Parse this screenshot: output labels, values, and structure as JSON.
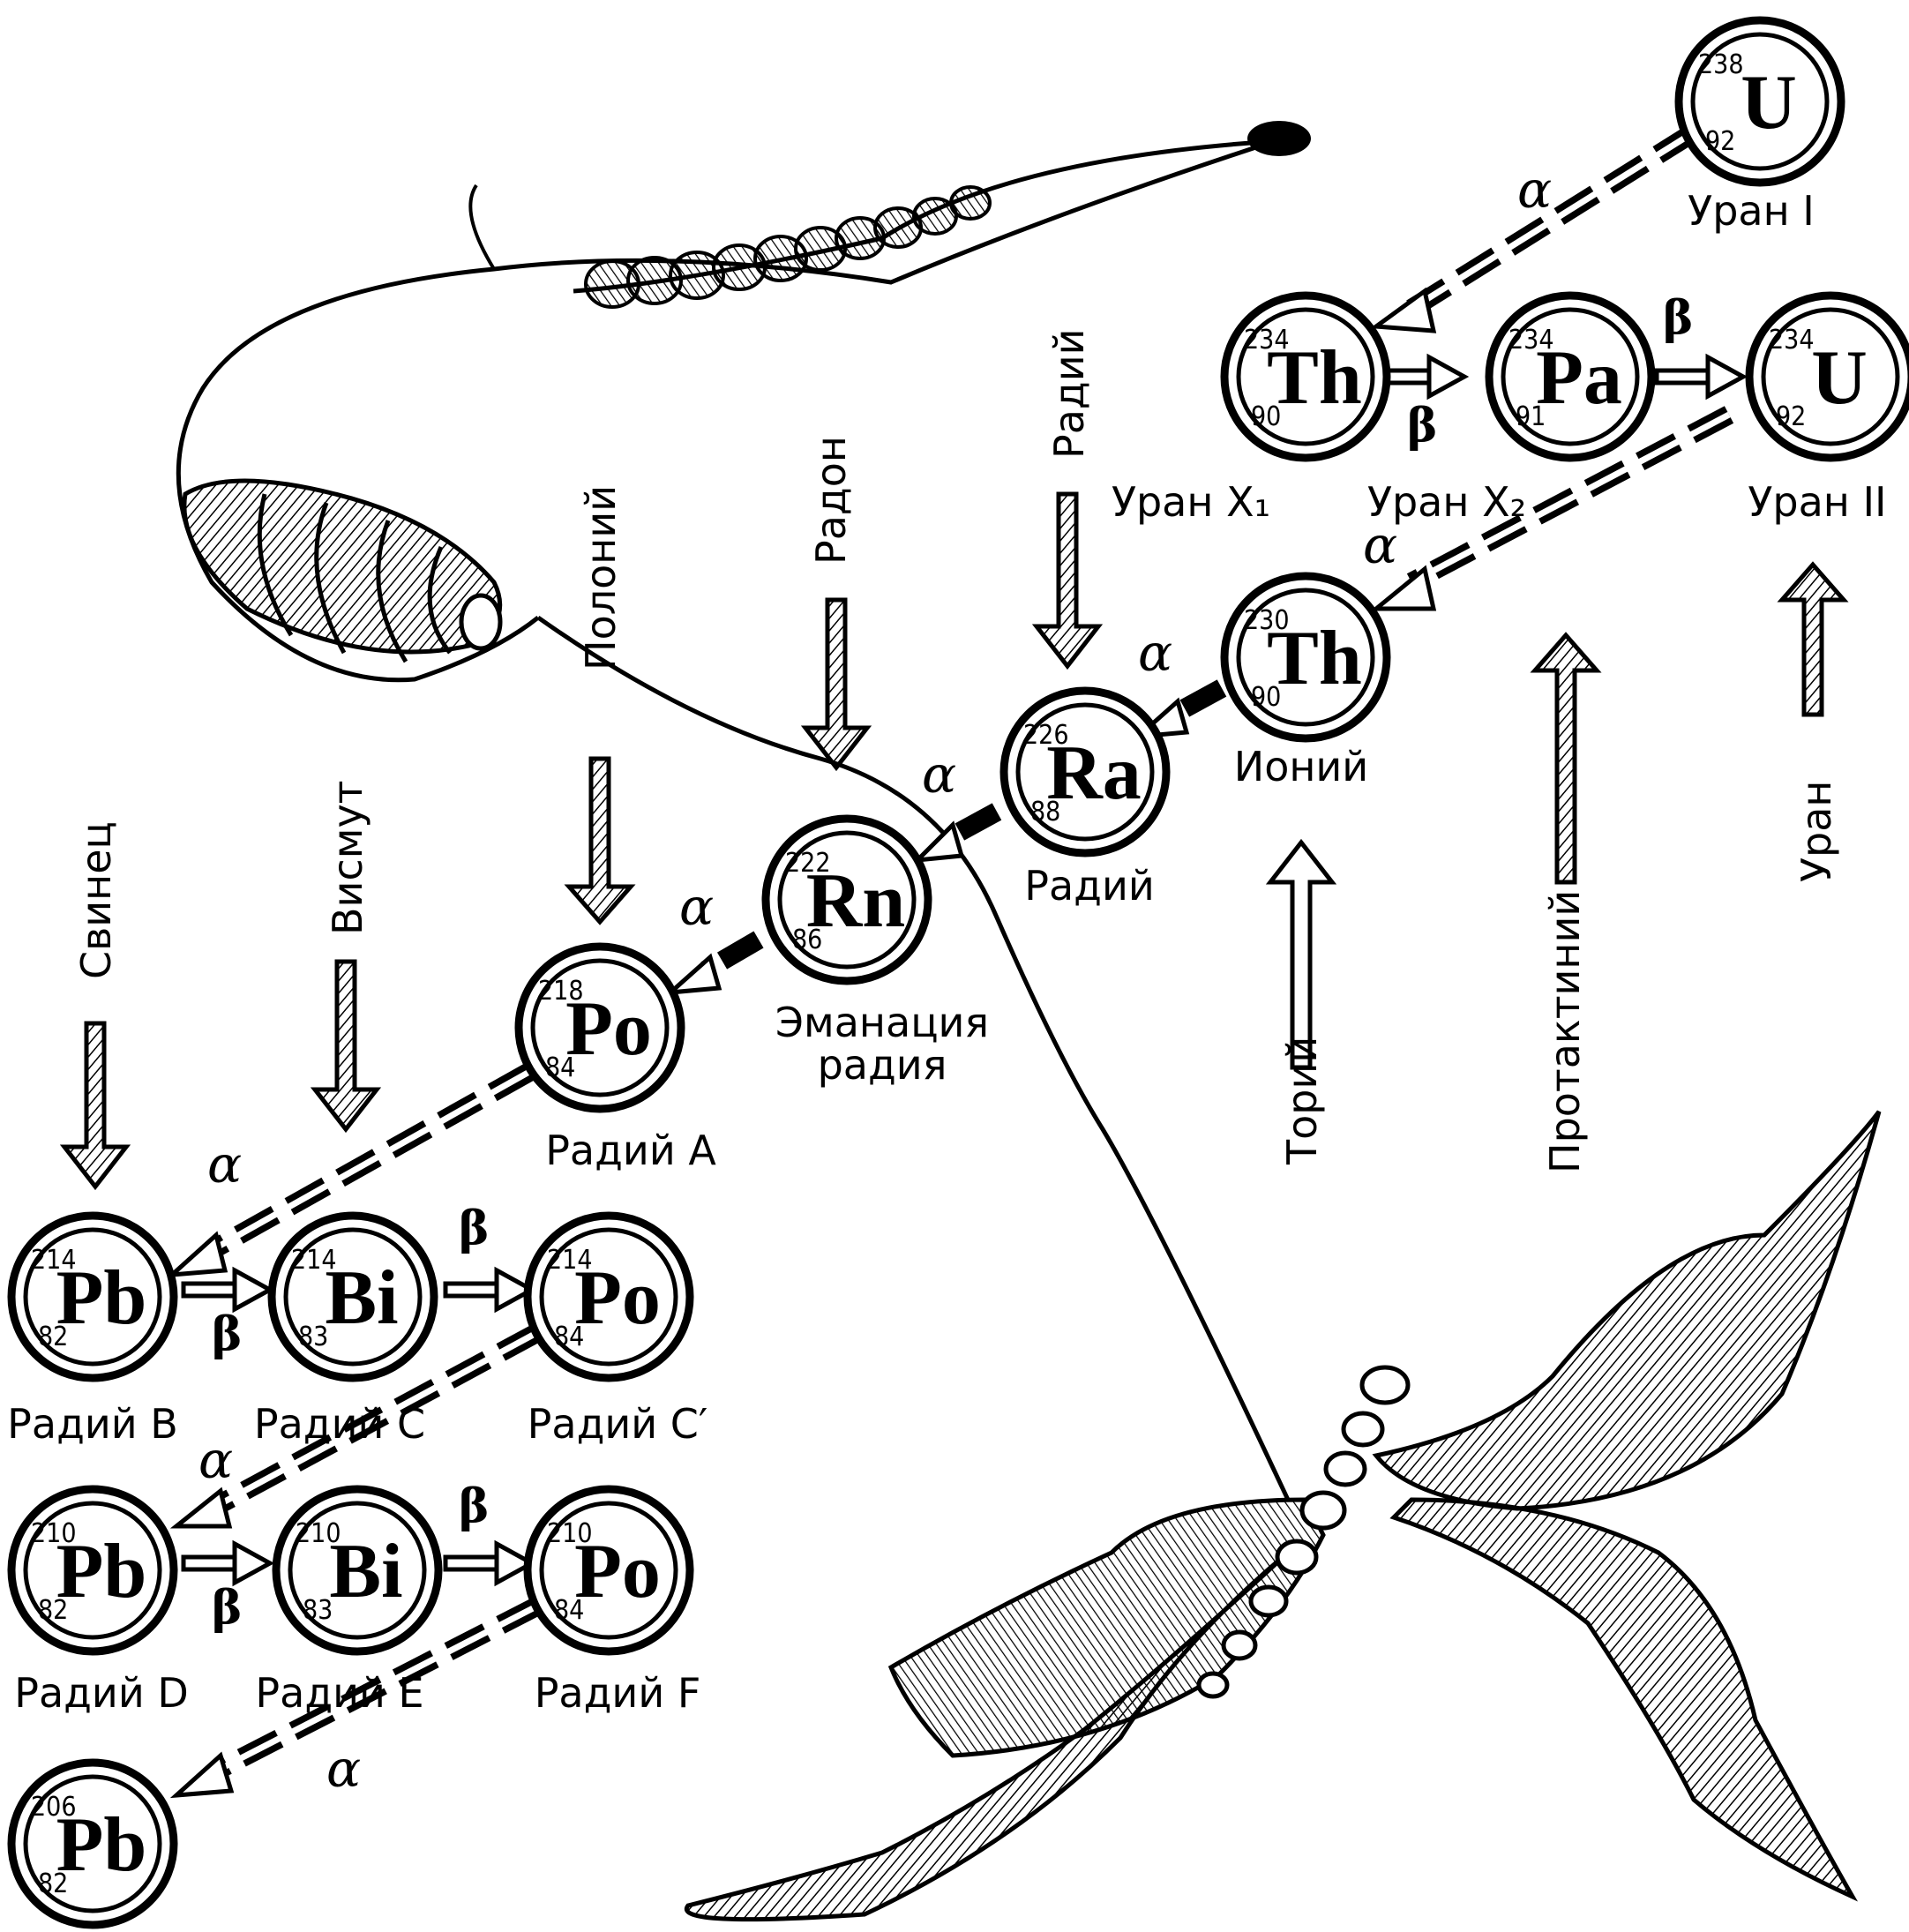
{
  "nuclides": [
    {
      "id": "u238",
      "symbol": "U",
      "mass": "238",
      "z": "92",
      "name": "Уран I"
    },
    {
      "id": "th234",
      "symbol": "Th",
      "mass": "234",
      "z": "90",
      "name": "Уран X₁"
    },
    {
      "id": "pa234",
      "symbol": "Pa",
      "mass": "234",
      "z": "91",
      "name": "Уран X₂"
    },
    {
      "id": "u234",
      "symbol": "U",
      "mass": "234",
      "z": "92",
      "name": "Уран II"
    },
    {
      "id": "th230",
      "symbol": "Th",
      "mass": "230",
      "z": "90",
      "name": "Ионий"
    },
    {
      "id": "ra226",
      "symbol": "Ra",
      "mass": "226",
      "z": "88",
      "name": "Радий"
    },
    {
      "id": "rn222",
      "symbol": "Rn",
      "mass": "222",
      "z": "86",
      "name": "Эманация радия"
    },
    {
      "id": "po218",
      "symbol": "Po",
      "mass": "218",
      "z": "84",
      "name": "Радий A"
    },
    {
      "id": "pb214",
      "symbol": "Pb",
      "mass": "214",
      "z": "82",
      "name": "Радий B"
    },
    {
      "id": "bi214",
      "symbol": "Bi",
      "mass": "214",
      "z": "83",
      "name": "Радий C"
    },
    {
      "id": "po214",
      "symbol": "Po",
      "mass": "214",
      "z": "84",
      "name": "Радий C′"
    },
    {
      "id": "pb210",
      "symbol": "Pb",
      "mass": "210",
      "z": "82",
      "name": "Радий D"
    },
    {
      "id": "bi210",
      "symbol": "Bi",
      "mass": "210",
      "z": "83",
      "name": "Радий E"
    },
    {
      "id": "po210",
      "symbol": "Po",
      "mass": "210",
      "z": "84",
      "name": "Радий F"
    },
    {
      "id": "pb206",
      "symbol": "Pb",
      "mass": "206",
      "z": "82",
      "name": ""
    }
  ],
  "decay_symbols": {
    "alpha": "α",
    "beta": "β"
  },
  "element_labels": [
    {
      "id": "uranium",
      "text": "Уран"
    },
    {
      "id": "protactinium",
      "text": "Протактиний"
    },
    {
      "id": "thorium",
      "text": "Торий"
    },
    {
      "id": "radium",
      "text": "Радий"
    },
    {
      "id": "radon",
      "text": "Радон"
    },
    {
      "id": "polonium",
      "text": "Полоний"
    },
    {
      "id": "bismuth",
      "text": "Висмут"
    },
    {
      "id": "lead",
      "text": "Свинец"
    }
  ]
}
